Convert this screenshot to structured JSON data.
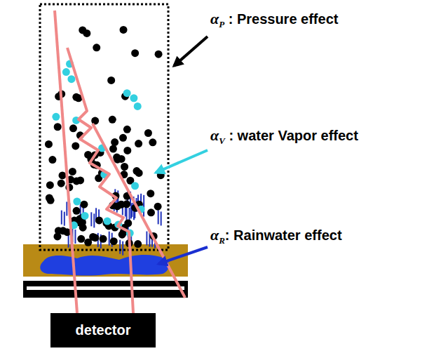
{
  "diagram": {
    "nodes": [
      {
        "text": [
          "detector"
        ]
      }
    ],
    "labels": [
      "αP : Pressure effect",
      "αV : water Vapor effect",
      "αR: Rainwater effect"
    ]
  }
}
